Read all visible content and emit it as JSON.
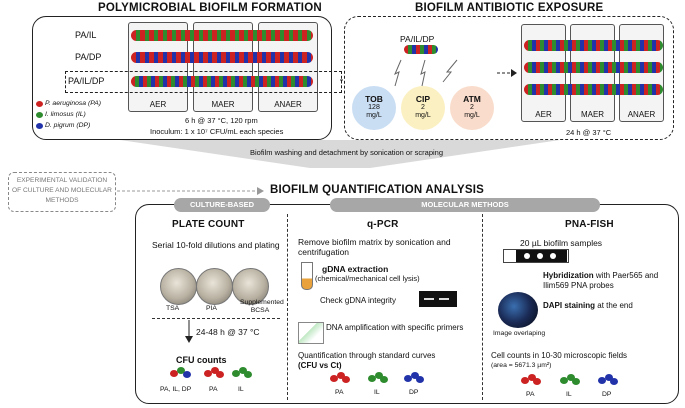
{
  "formation": {
    "title": "POLYMICROBIAL BIOFILM FORMATION",
    "rows": [
      "PA/IL",
      "PA/DP",
      "PA/IL/DP"
    ],
    "columns": [
      "AER",
      "MAER",
      "ANAER"
    ],
    "conditions": "6 h @ 37 °C, 120 rpm",
    "inoculum": "Inoculum: 1 x 10⁷ CFU/mL each species",
    "legend": [
      {
        "label": "P. aeruginosa (PA)",
        "color": "#cc2222"
      },
      {
        "label": "I. limosus (IL)",
        "color": "#2e8b2e"
      },
      {
        "label": "D. pigrum (DP)",
        "color": "#2233aa"
      }
    ]
  },
  "exposure": {
    "title": "BIOFILM ANTIBIOTIC EXPOSURE",
    "combo": "PA/IL/DP",
    "antibiotics": [
      {
        "name": "TOB",
        "dose": "128",
        "unit": "mg/L",
        "color": "#c9ddf3"
      },
      {
        "name": "CIP",
        "dose": "2",
        "unit": "mg/L",
        "color": "#fbf0c2"
      },
      {
        "name": "ATM",
        "dose": "2",
        "unit": "mg/L",
        "color": "#f9dccb"
      }
    ],
    "columns": [
      "AER",
      "MAER",
      "ANAER"
    ],
    "conditions": "24 h @ 37 °C"
  },
  "washing": "Biofilm washing and detachment by sonication or scraping",
  "validation": "EXPERIMENTAL VALIDATION OF CULTURE AND MOLECULAR METHODS",
  "quant_title": "BIOFILM QUANTIFICATION ANALYSIS",
  "culture_header": "CULTURE-BASED METHOD",
  "molecular_header": "MOLECULAR METHODS",
  "plate": {
    "title": "PLATE COUNT",
    "step1": "Serial 10-fold dilutions and plating",
    "media": [
      "TSA",
      "PIA",
      "Supplemented BCSA"
    ],
    "incubation": "24-48 h @ 37 °C",
    "result": "CFU counts",
    "groups": [
      "PA, IL, DP",
      "PA",
      "IL"
    ]
  },
  "qpcr": {
    "title": "q-PCR",
    "step1": "Remove biofilm matrix by sonication and centrifugation",
    "gdna": "gDNA extraction",
    "gdna_sub": "(chemical/mechanical cell lysis)",
    "integrity": "Check gDNA integrity",
    "amplify": "DNA amplification with specific primers",
    "quant": "Quantification through standard curves",
    "quant_sub": "(CFU vs Ct)",
    "groups": [
      "PA",
      "IL",
      "DP"
    ]
  },
  "fish": {
    "title": "PNA-FISH",
    "samples": "20 µL biofilm samples",
    "hyb_bold": "Hybridization",
    "hyb_rest": " with Paer565 and Ilim569 PNA probes",
    "dapi_bold": "DAPI staining",
    "dapi_rest": " at the end",
    "overlap": "Image overlaping",
    "counts": "Cell counts in 10-30 microscopic fields",
    "area": "(area = 5671.3 µm²)",
    "groups": [
      "PA",
      "IL",
      "DP"
    ]
  }
}
